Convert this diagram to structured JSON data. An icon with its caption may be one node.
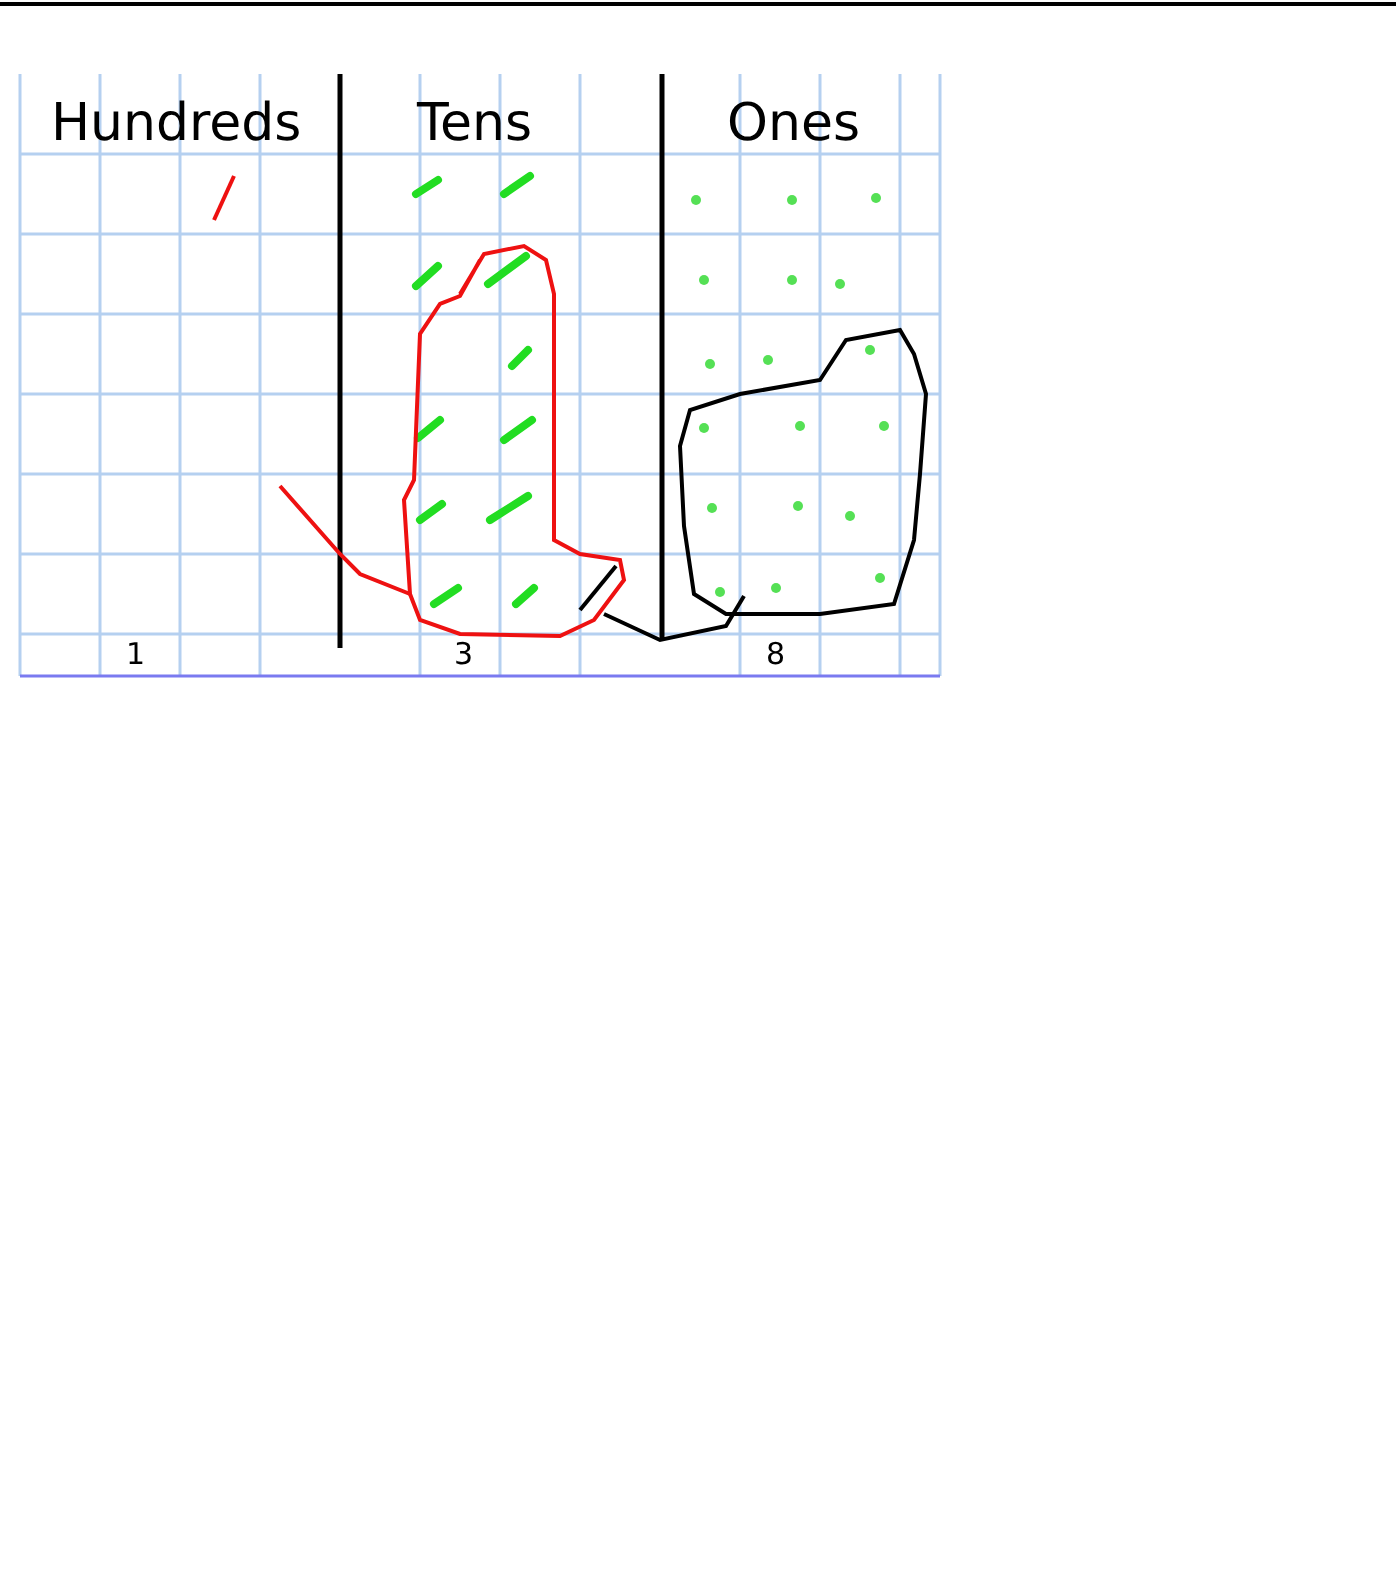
{
  "diagram": {
    "labels": [
      "Hundreds",
      "Tens",
      "Ones",
      "1",
      "3",
      "8"
    ]
  }
}
